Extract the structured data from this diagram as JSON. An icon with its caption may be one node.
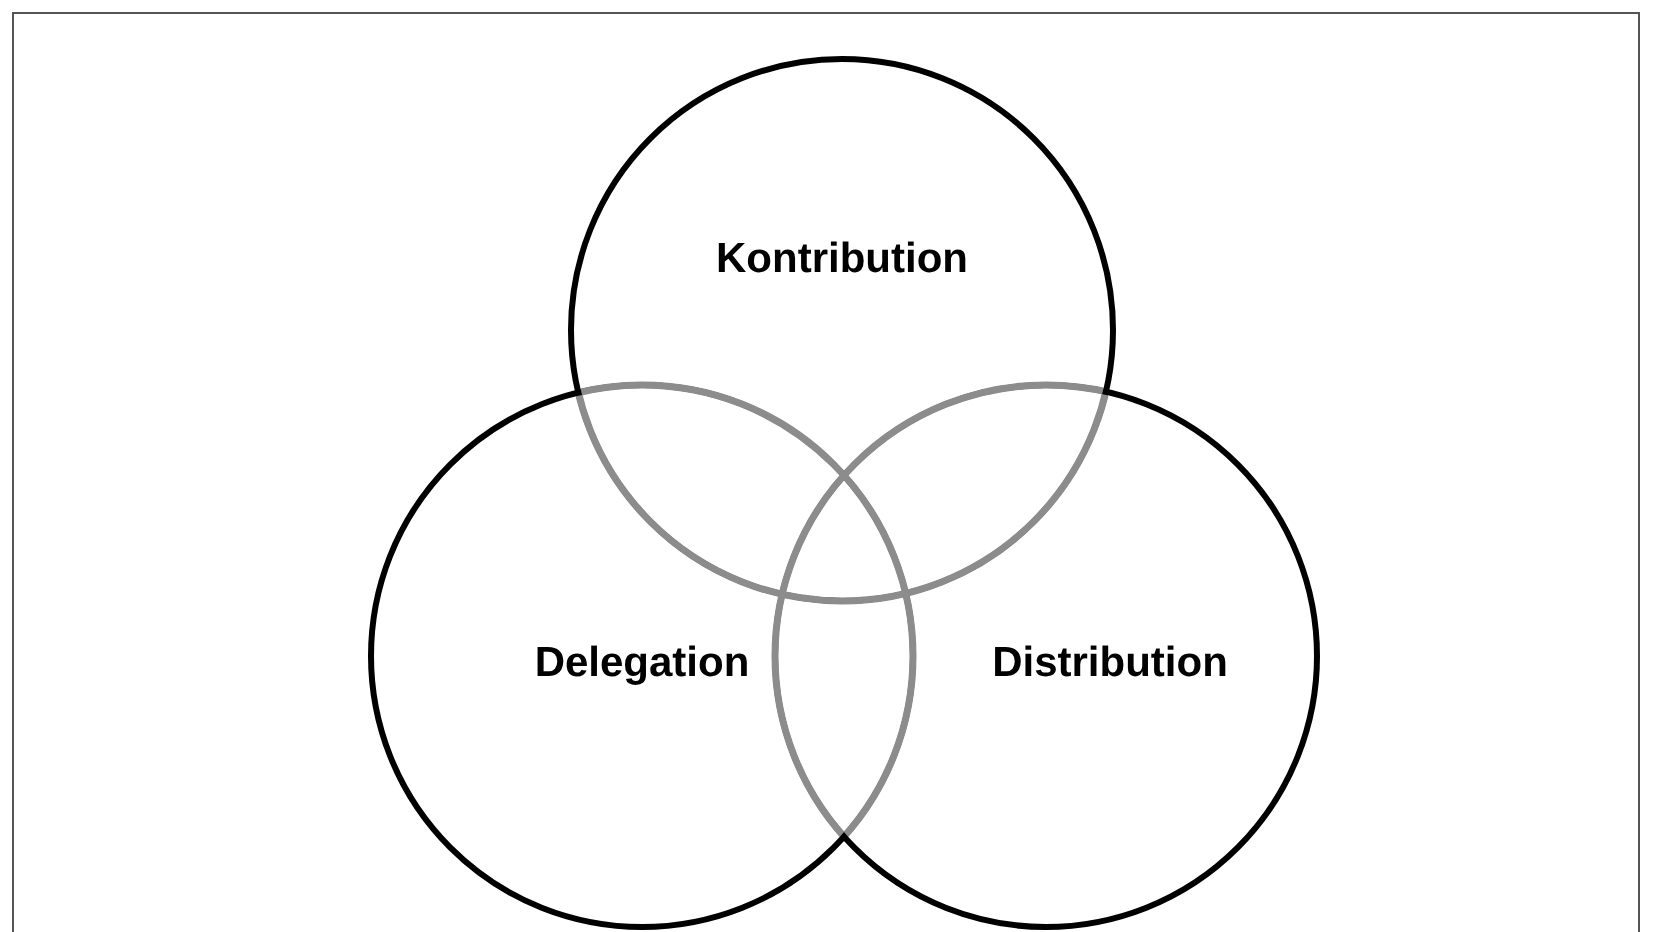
{
  "diagram": {
    "nodes": [
      {
        "text": [
          "Kontribution"
        ]
      },
      {
        "text": [
          "Delegation"
        ]
      },
      {
        "text": [
          "Distribution"
        ]
      }
    ]
  }
}
